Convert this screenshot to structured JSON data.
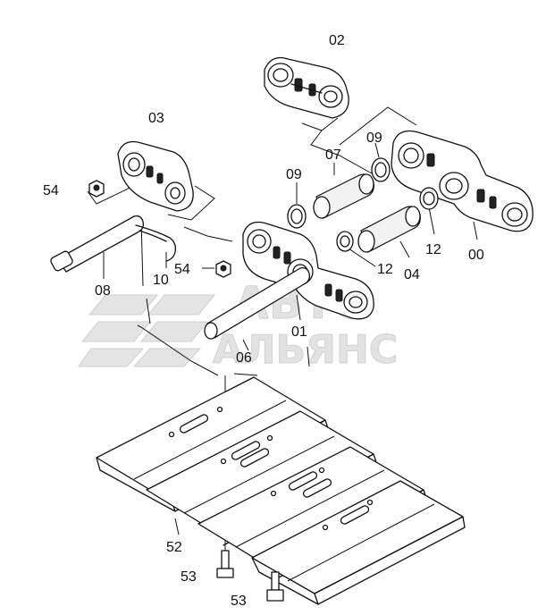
{
  "watermark": {
    "line1": "АВТО",
    "line2": "АЛЬЯНС"
  },
  "labels": {
    "p02": "02",
    "p03": "03",
    "p09a": "09",
    "p07": "07",
    "p09b": "09",
    "p54a": "54",
    "p54b": "54",
    "p12a": "12",
    "p12b": "12",
    "p00": "00",
    "p04": "04",
    "p08": "08",
    "p10": "10",
    "p01": "01",
    "p06": "06",
    "p52": "52",
    "p53a": "53",
    "p53b": "53"
  }
}
